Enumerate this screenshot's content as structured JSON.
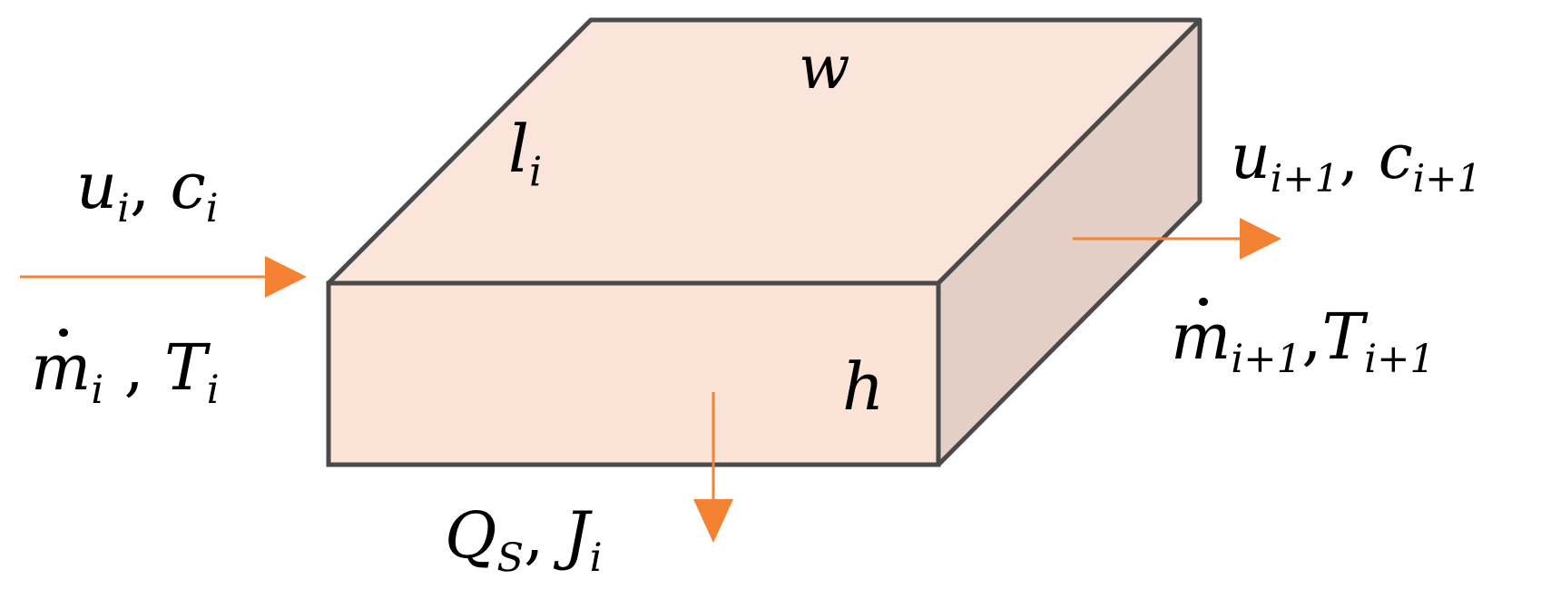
{
  "box": {
    "edges": {
      "top": "w",
      "side": "l",
      "side_sub": "i",
      "height": "h"
    },
    "colors": {
      "top_face": "#fbe5da",
      "front_face": "#fbe3d6",
      "side_face": "#e3cfc6",
      "outline": "#4a4a4a",
      "arrow": "#f58233"
    }
  },
  "inlet": {
    "line1": {
      "u": "u",
      "u_sub": "i",
      "sep": ",",
      "c": "c",
      "c_sub": "i"
    },
    "line2": {
      "m": "m",
      "m_sub": "i",
      "sep": ",",
      "T": "T",
      "T_sub": "i"
    }
  },
  "outlet": {
    "line1": {
      "u": "u",
      "u_sub": "i+1",
      "sep": ",",
      "c": "c",
      "c_sub": "i+1"
    },
    "line2": {
      "m": "m",
      "m_sub": "i+1",
      "sep": ",",
      "T": "T",
      "T_sub": "i+1"
    }
  },
  "bottom": {
    "Q": "Q",
    "Q_sub": "S",
    "sep": ",",
    "J": "J",
    "J_sub": "i"
  }
}
